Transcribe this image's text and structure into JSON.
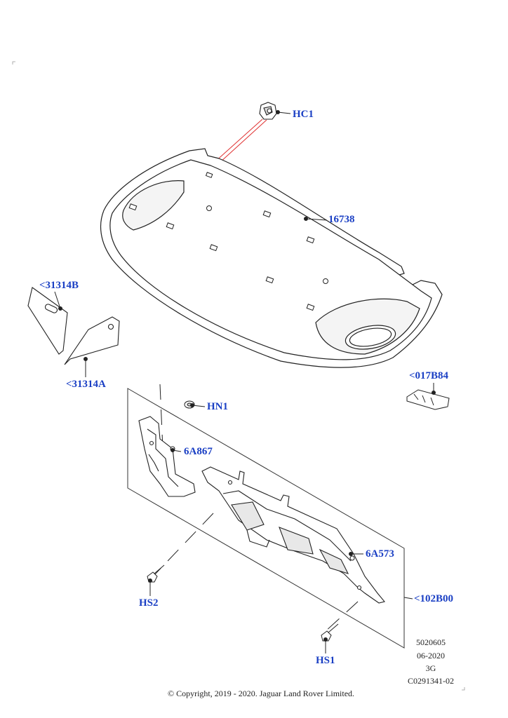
{
  "callouts": {
    "hc1": "HC1",
    "part_16738": "16738",
    "part_31314b": "<31314B",
    "part_31314a": "<31314A",
    "part_017b84": "<017B84",
    "hn1": "HN1",
    "part_6a867": "6A867",
    "part_6a573": "6A573",
    "part_102b00": "<102B00",
    "hs2": "HS2",
    "hs1": "HS1"
  },
  "meta": {
    "code": "5020605",
    "date": "06-2020",
    "rev": "3G",
    "ref": "C0291341-02"
  },
  "copyright": "© Copyright, 2019 - 2020. Jaguar Land Rover Limited.",
  "colors": {
    "callout": "#1a3fc4",
    "line": "#222222",
    "highlight": "#e03030"
  }
}
